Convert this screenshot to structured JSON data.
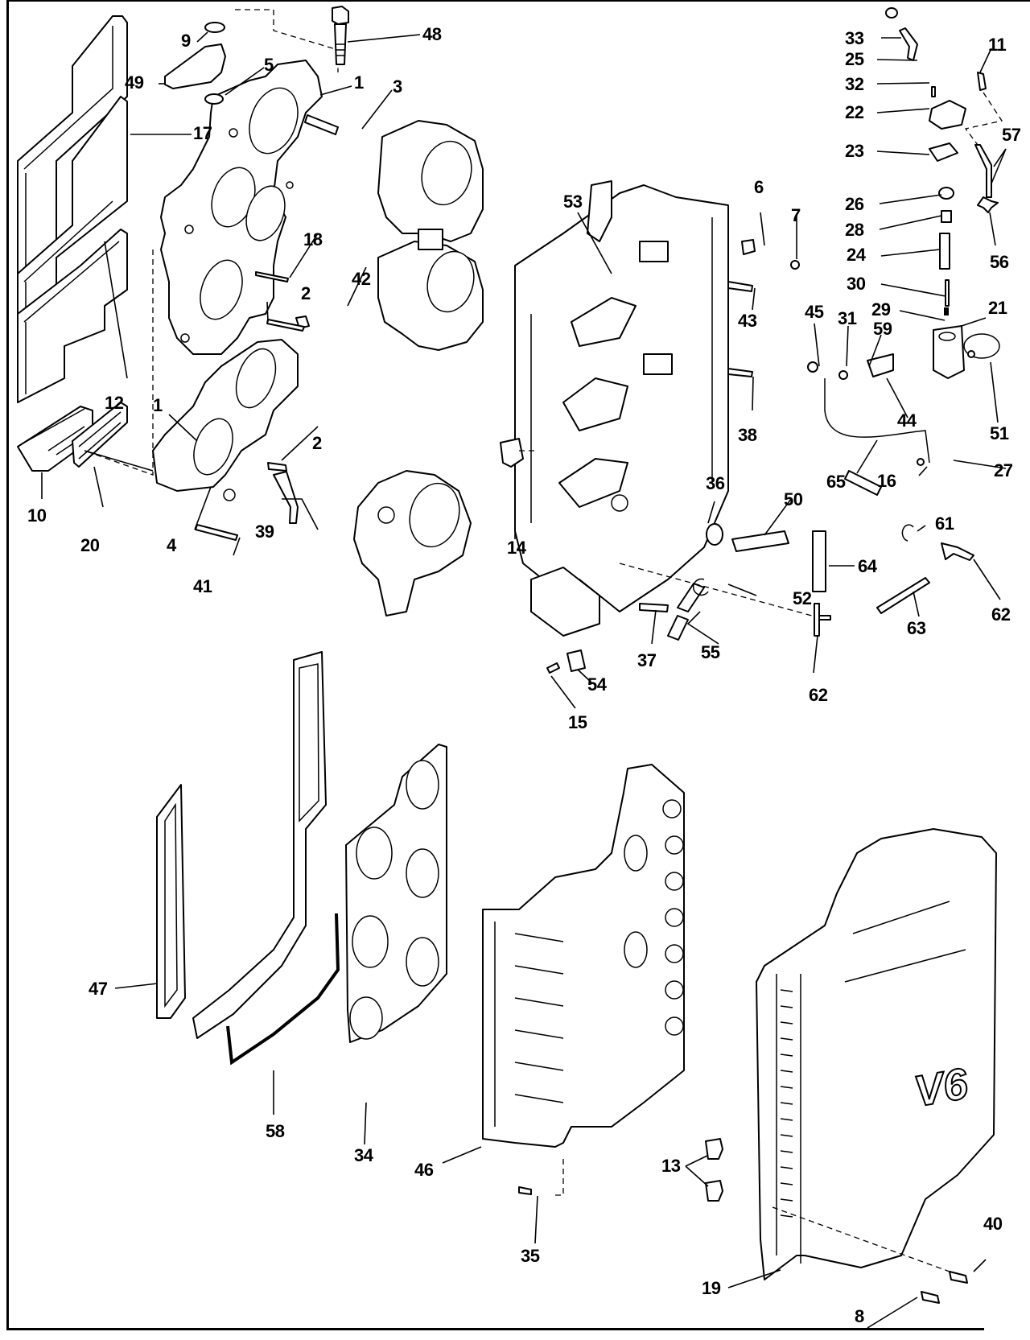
{
  "figure": {
    "type": "exploded parts diagram",
    "subject": "V6 outboard engine intake manifold, carburetors, reed plates and fuel system",
    "emblem_text": "V6"
  },
  "callouts": [
    {
      "id": "c9",
      "label": "9",
      "part": "washer"
    },
    {
      "id": "c48",
      "label": "48",
      "part": "bolt"
    },
    {
      "id": "c49",
      "label": "49",
      "part": "bracket"
    },
    {
      "id": "c5",
      "label": "5",
      "part": "washer"
    },
    {
      "id": "c1a",
      "label": "1",
      "part": "intake manifold (upper)"
    },
    {
      "id": "c3",
      "label": "3",
      "part": "stud"
    },
    {
      "id": "c17",
      "label": "17",
      "part": "gasket"
    },
    {
      "id": "c18",
      "label": "18",
      "part": "screw"
    },
    {
      "id": "c42",
      "label": "42",
      "part": "plug"
    },
    {
      "id": "c2a",
      "label": "2",
      "part": "fitting"
    },
    {
      "id": "c12",
      "label": "12",
      "part": "gasket"
    },
    {
      "id": "c1b",
      "label": "1",
      "part": "intake manifold (lower)"
    },
    {
      "id": "c2b",
      "label": "2",
      "part": "fitting"
    },
    {
      "id": "c10",
      "label": "10",
      "part": "reed plate"
    },
    {
      "id": "c20",
      "label": "20",
      "part": "gasket"
    },
    {
      "id": "c4",
      "label": "4",
      "part": "fitting"
    },
    {
      "id": "c39",
      "label": "39",
      "part": "hose"
    },
    {
      "id": "c41",
      "label": "41",
      "part": "bolt"
    },
    {
      "id": "c33",
      "label": "33",
      "part": "connector"
    },
    {
      "id": "c25",
      "label": "25",
      "part": "fitting"
    },
    {
      "id": "c32",
      "label": "32",
      "part": "screw"
    },
    {
      "id": "c22",
      "label": "22",
      "part": "primer valve"
    },
    {
      "id": "c23",
      "label": "23",
      "part": "gasket"
    },
    {
      "id": "c11",
      "label": "11",
      "part": "check valve"
    },
    {
      "id": "c57",
      "label": "57",
      "part": "hose"
    },
    {
      "id": "c26",
      "label": "26",
      "part": "cap"
    },
    {
      "id": "c28",
      "label": "28",
      "part": "spring"
    },
    {
      "id": "c24",
      "label": "24",
      "part": "plunger"
    },
    {
      "id": "c56",
      "label": "56",
      "part": "tee fitting"
    },
    {
      "id": "c30",
      "label": "30",
      "part": "pin"
    },
    {
      "id": "c29",
      "label": "29",
      "part": "o-ring"
    },
    {
      "id": "c21",
      "label": "21",
      "part": "solenoid"
    },
    {
      "id": "c45",
      "label": "45",
      "part": "screw"
    },
    {
      "id": "c31",
      "label": "31",
      "part": "ground lead"
    },
    {
      "id": "c59",
      "label": "59",
      "part": "lock washer"
    },
    {
      "id": "c44",
      "label": "44",
      "part": "clamp"
    },
    {
      "id": "c51",
      "label": "51",
      "part": "tie strap"
    },
    {
      "id": "c16",
      "label": "16",
      "part": "screw"
    },
    {
      "id": "c27",
      "label": "27",
      "part": "connector"
    },
    {
      "id": "c53",
      "label": "53",
      "part": "link rod"
    },
    {
      "id": "c6",
      "label": "6",
      "part": "clip"
    },
    {
      "id": "c7",
      "label": "7",
      "part": "screw"
    },
    {
      "id": "c43",
      "label": "43",
      "part": "bolt"
    },
    {
      "id": "c38",
      "label": "38",
      "part": "bolt"
    },
    {
      "id": "c14",
      "label": "14",
      "part": "clamp"
    },
    {
      "id": "c36",
      "label": "36",
      "part": "grommet"
    },
    {
      "id": "c50",
      "label": "50",
      "part": "manifold"
    },
    {
      "id": "c65",
      "label": "65",
      "part": "hose"
    },
    {
      "id": "c61",
      "label": "61",
      "part": "clamp"
    },
    {
      "id": "c64",
      "label": "64",
      "part": "hose"
    },
    {
      "id": "c52",
      "label": "52",
      "part": "clamp"
    },
    {
      "id": "c62a",
      "label": "62",
      "part": "tee fitting"
    },
    {
      "id": "c63",
      "label": "63",
      "part": "hose"
    },
    {
      "id": "c37",
      "label": "37",
      "part": "bolt"
    },
    {
      "id": "c55",
      "label": "55",
      "part": "hose"
    },
    {
      "id": "c54",
      "label": "54",
      "part": "bracket"
    },
    {
      "id": "c62b",
      "label": "62",
      "part": "tee fitting"
    },
    {
      "id": "c15",
      "label": "15",
      "part": "screw"
    },
    {
      "id": "c47",
      "label": "47",
      "part": "gasket"
    },
    {
      "id": "c58",
      "label": "58",
      "part": "seal strip"
    },
    {
      "id": "c34",
      "label": "34",
      "part": "gasket"
    },
    {
      "id": "c46",
      "label": "46",
      "part": "adapter plate"
    },
    {
      "id": "c35",
      "label": "35",
      "part": "screw"
    },
    {
      "id": "c13",
      "label": "13",
      "part": "clip"
    },
    {
      "id": "c40",
      "label": "40",
      "part": "bolt"
    },
    {
      "id": "c19",
      "label": "19",
      "part": "air silencer cover"
    },
    {
      "id": "c8",
      "label": "8",
      "part": "bolt"
    }
  ]
}
